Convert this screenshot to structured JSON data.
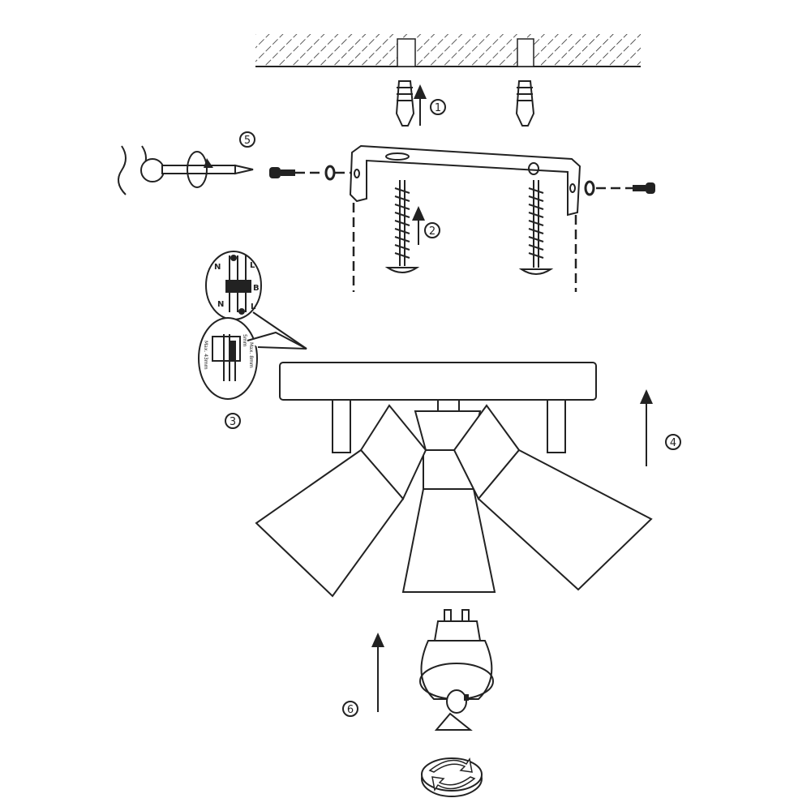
{
  "steps": {
    "s1": "1",
    "s2": "2",
    "s3": "3",
    "s4": "4",
    "s5": "5",
    "s6": "6"
  },
  "wiring_detail": {
    "neutral_top": "N",
    "live_top": "L",
    "terminal_block": "B",
    "neutral_bottom": "N",
    "live_bottom": "L",
    "strip_length": "Max. 43mm",
    "strip_short": "5mm",
    "strip_max": "Max. 8mm"
  }
}
